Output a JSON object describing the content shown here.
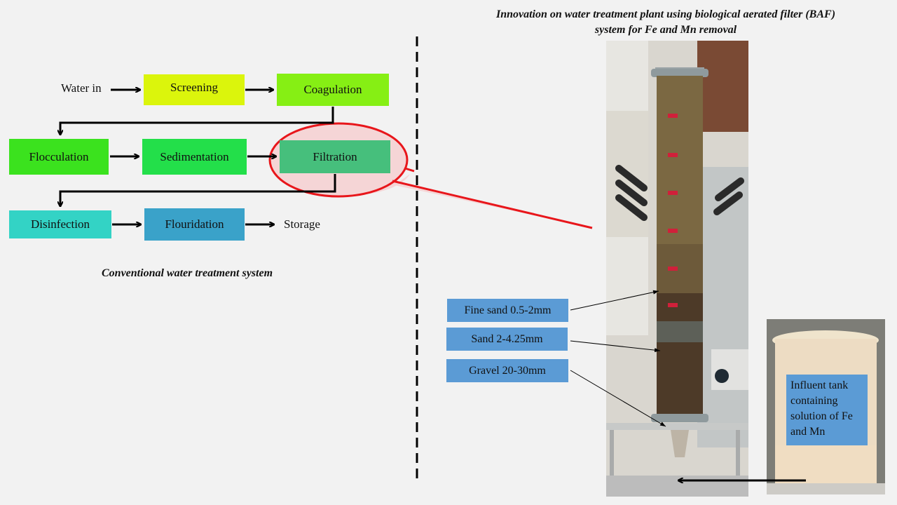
{
  "conventional": {
    "caption": "Conventional water treatment system",
    "water_in": "Water in",
    "storage": "Storage",
    "steps": [
      {
        "label": "Screening",
        "color": "#dbf50c"
      },
      {
        "label": "Coagulation",
        "color": "#86ef14"
      },
      {
        "label": "Flocculation",
        "color": "#3be21e"
      },
      {
        "label": "Sedimentation",
        "color": "#23df4a"
      },
      {
        "label": "Filtration",
        "color": "#46bf7c"
      },
      {
        "label": "Disinfection",
        "color": "#33d3c5"
      },
      {
        "label": "Flouridation",
        "color": "#3aa2c9"
      }
    ],
    "highlight_color": "#e8161b"
  },
  "innovation": {
    "title_line1": "Innovation on water treatment plant using biological aerated filter (BAF)",
    "title_line2": "system for Fe and Mn removal",
    "layers": [
      {
        "label": "Fine sand 0.5-2mm"
      },
      {
        "label": "Sand 2-4.25mm"
      },
      {
        "label": "Gravel 20-30mm"
      }
    ],
    "tank_label": "Influent tank containing solution of Fe and Mn",
    "label_color": "#5b9bd5"
  }
}
